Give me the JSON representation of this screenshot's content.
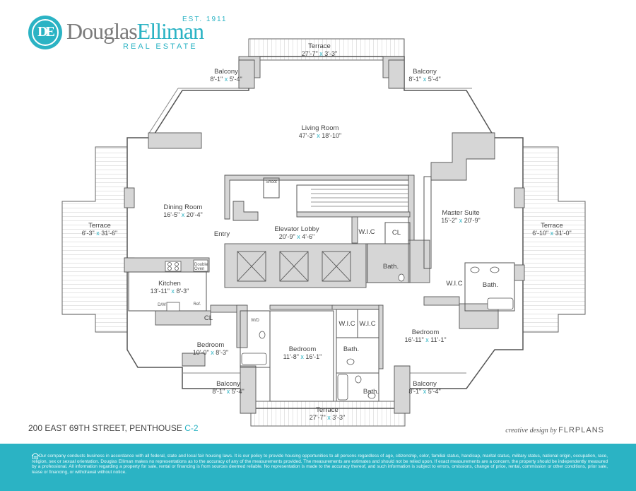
{
  "logo": {
    "monogram": "DE",
    "name_part1": "Douglas",
    "name_part2": "Elliman",
    "est": "EST. 1911",
    "subtitle": "REAL ESTATE"
  },
  "rooms": {
    "terrace_top": {
      "name": "Terrace",
      "dim_a": "27'-7\"",
      "dim_b": "3'-3\""
    },
    "balcony_top_left": {
      "name": "Balcony",
      "dim_a": "8'-1\"",
      "dim_b": "5'-4\""
    },
    "balcony_top_right": {
      "name": "Balcony",
      "dim_a": "8'-1\"",
      "dim_b": "5'-4\""
    },
    "living_room": {
      "name": "Living Room",
      "dim_a": "47'-3\"",
      "dim_b": "18'-10\""
    },
    "dining_room": {
      "name": "Dining Room",
      "dim_a": "16'-5\"",
      "dim_b": "20'-4\""
    },
    "terrace_left": {
      "name": "Terrace",
      "dim_a": "6'-3\"",
      "dim_b": "31'-6\""
    },
    "elevator_lobby": {
      "name": "Elevator Lobby",
      "dim_a": "20'-9\"",
      "dim_b": "4'-6\""
    },
    "master_suite": {
      "name": "Master Suite",
      "dim_a": "15'-2\"",
      "dim_b": "20'-9\""
    },
    "terrace_right": {
      "name": "Terrace",
      "dim_a": "6'-10\"",
      "dim_b": "31'-0\""
    },
    "kitchen": {
      "name": "Kitchen",
      "dim_a": "13'-11\"",
      "dim_b": "8'-3\""
    },
    "bedroom_left": {
      "name": "Bedroom",
      "dim_a": "10'-0\"",
      "dim_b": "8'-3\""
    },
    "bedroom_center": {
      "name": "Bedroom",
      "dim_a": "11'-8\"",
      "dim_b": "16'-1\""
    },
    "bedroom_right": {
      "name": "Bedroom",
      "dim_a": "16'-11\"",
      "dim_b": "11'-1\""
    },
    "balcony_bottom_left": {
      "name": "Balcony",
      "dim_a": "8'-1\"",
      "dim_b": "5'-4\""
    },
    "balcony_bottom_right": {
      "name": "Balcony",
      "dim_a": "8'-1\"",
      "dim_b": "5'-4\""
    },
    "terrace_bottom": {
      "name": "Terrace",
      "dim_a": "27'-7\"",
      "dim_b": "3'-3\""
    }
  },
  "labels": {
    "entry": "Entry",
    "wic_1": "W.I.C",
    "cl_1": "CL",
    "bath_1": "Bath.",
    "wic_2": "W.I.C",
    "bath_2": "Bath.",
    "cl_2": "CL",
    "wic_3": "W.I.C",
    "wic_4": "W.I.C",
    "bath_3": "Bath.",
    "bath_4": "Bath.",
    "shoot": "Shoot",
    "wd": "W/D",
    "dw": "D/W",
    "ref": "Ref.",
    "double_oven": "Double Oven"
  },
  "times_sign": "x",
  "address": {
    "street": "200 EAST 69TH STREET, PENTHOUSE",
    "unit": "C-2"
  },
  "credit": {
    "prefix": "creative design by",
    "brand": "FLRPLANS"
  },
  "disclaimer": "Our company conducts business in accordance with all federal, state and local fair housing laws. It is our policy to provide housing opportunities to all persons regardless of age, citizenship, color, familial status, handicap, marital status, military status, national origin, occupation, race, religion, sex or sexual orientation. Douglas Elliman makes no representations as to the accuracy of any of the measurements provided. The measurements are estimates and should not be relied upon. If exact measurements are a concern, the property should be independently measured by a professional. All information regarding a property for sale, rental or financing is from sources deemed reliable. No representation is made to the accuracy thereof, and such information is subject to errors, omissions, change of price, rental, commission or other conditions, prior sale, lease or financing, or withdrawal without notice.",
  "colors": {
    "accent": "#2bb3c4",
    "wall": "#d6d6d6",
    "wall_stroke": "#555555"
  }
}
